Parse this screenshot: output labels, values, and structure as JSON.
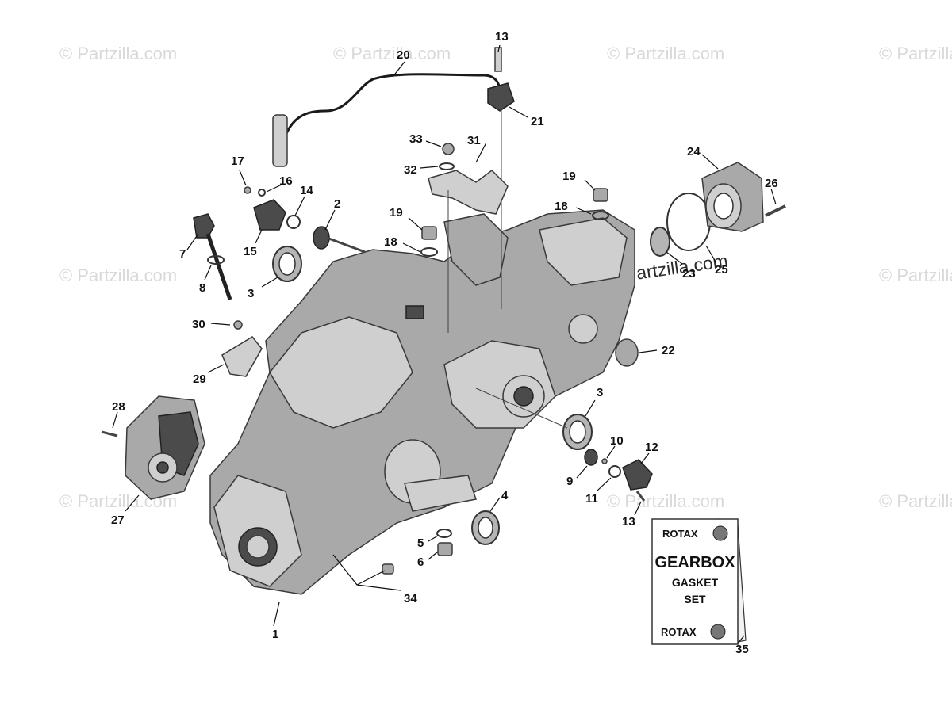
{
  "watermark": {
    "text": "© Partzilla.com"
  },
  "callouts": [
    {
      "id": "1",
      "label": "1"
    },
    {
      "id": "2",
      "label": "2"
    },
    {
      "id": "3a",
      "label": "3"
    },
    {
      "id": "3b",
      "label": "3"
    },
    {
      "id": "4",
      "label": "4"
    },
    {
      "id": "5",
      "label": "5"
    },
    {
      "id": "6",
      "label": "6"
    },
    {
      "id": "7",
      "label": "7"
    },
    {
      "id": "8",
      "label": "8"
    },
    {
      "id": "9",
      "label": "9"
    },
    {
      "id": "10",
      "label": "10"
    },
    {
      "id": "11",
      "label": "11"
    },
    {
      "id": "12",
      "label": "12"
    },
    {
      "id": "13a",
      "label": "13"
    },
    {
      "id": "13b",
      "label": "13"
    },
    {
      "id": "14",
      "label": "14"
    },
    {
      "id": "15",
      "label": "15"
    },
    {
      "id": "16",
      "label": "16"
    },
    {
      "id": "17",
      "label": "17"
    },
    {
      "id": "18a",
      "label": "18"
    },
    {
      "id": "18b",
      "label": "18"
    },
    {
      "id": "19a",
      "label": "19"
    },
    {
      "id": "19b",
      "label": "19"
    },
    {
      "id": "20",
      "label": "20"
    },
    {
      "id": "21",
      "label": "21"
    },
    {
      "id": "22",
      "label": "22"
    },
    {
      "id": "23",
      "label": "23"
    },
    {
      "id": "24",
      "label": "24"
    },
    {
      "id": "25",
      "label": "25"
    },
    {
      "id": "26",
      "label": "26"
    },
    {
      "id": "27",
      "label": "27"
    },
    {
      "id": "28",
      "label": "28"
    },
    {
      "id": "29",
      "label": "29"
    },
    {
      "id": "30",
      "label": "30"
    },
    {
      "id": "31",
      "label": "31"
    },
    {
      "id": "32",
      "label": "32"
    },
    {
      "id": "33",
      "label": "33"
    },
    {
      "id": "34",
      "label": "34"
    },
    {
      "id": "35",
      "label": "35"
    }
  ],
  "gasket_kit": {
    "brand_top": "ROTAX",
    "brand_bottom": "ROTAX",
    "line1": "GEARBOX",
    "line2": "GASKET",
    "line3": "SET"
  }
}
